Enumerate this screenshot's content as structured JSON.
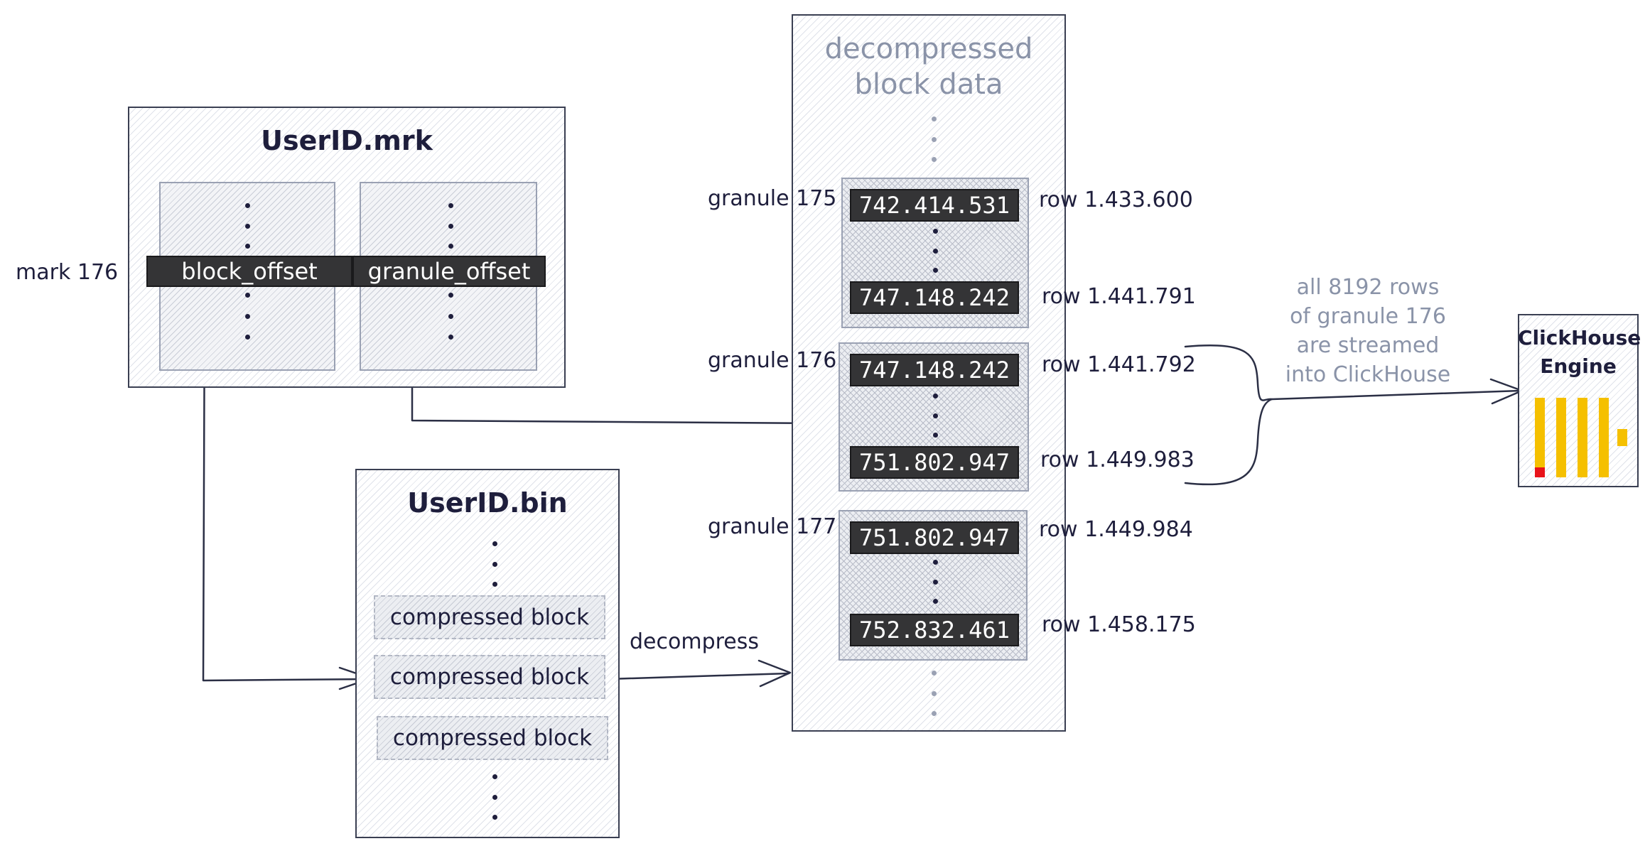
{
  "mrk": {
    "title": "UserID.mrk",
    "mark_label": "mark 176",
    "block_offset": "block_offset",
    "granule_offset": "granule_offset"
  },
  "bin": {
    "title": "UserID.bin",
    "blocks": [
      "compressed block",
      "compressed block",
      "compressed block"
    ]
  },
  "decompress_label": "decompress",
  "decompressed": {
    "title_line1": "decompressed",
    "title_line2": "block data",
    "granules": [
      {
        "label": "granule 175",
        "first_value": "742.414.531",
        "first_row": "row 1.433.600",
        "last_value": "747.148.242",
        "last_row": "row 1.441.791"
      },
      {
        "label": "granule 176",
        "first_value": "747.148.242",
        "first_row": "row 1.441.792",
        "last_value": "751.802.947",
        "last_row": "row 1.449.983"
      },
      {
        "label": "granule 177",
        "first_value": "751.802.947",
        "first_row": "row 1.449.984",
        "last_value": "752.832.461",
        "last_row": "row 1.458.175"
      }
    ]
  },
  "stream_note": [
    "all 8192 rows",
    "of granule 176",
    "are streamed",
    "into ClickHouse"
  ],
  "engine": {
    "title_line1": "ClickHouse",
    "title_line2": "Engine",
    "colors": {
      "bars": "#f5c000",
      "accent": "#e8131a"
    }
  }
}
